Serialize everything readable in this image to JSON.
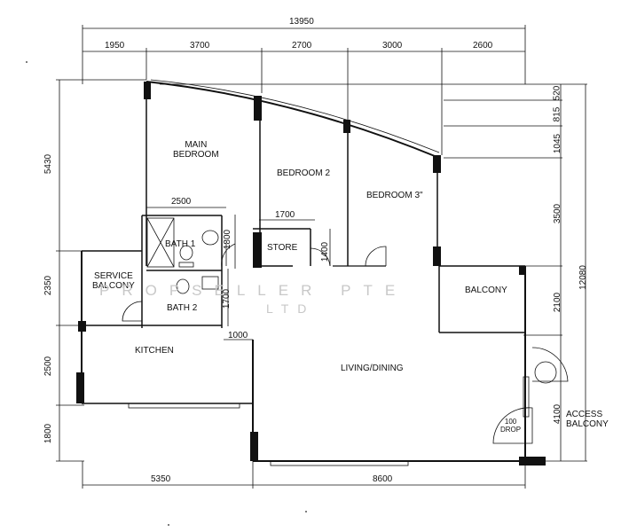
{
  "dimensions": {
    "top_total": "13950",
    "top": [
      "1950",
      "3700",
      "2700",
      "3000",
      "2600"
    ],
    "left": [
      "5430",
      "2350",
      "2500",
      "1800"
    ],
    "right_top": [
      "520",
      "815",
      "1045",
      "3500",
      "2100",
      "4100"
    ],
    "right_total": "12080",
    "bottom": [
      "5350",
      "8600"
    ],
    "inner": {
      "bath_width": "2500",
      "store_width": "1700",
      "kitchen_width": "1000",
      "bath_height_1": "1800",
      "bath_height_2": "1700",
      "store_height": "1400"
    }
  },
  "rooms": {
    "main_bedroom_line1": "MAIN",
    "main_bedroom_line2": "BEDROOM",
    "bedroom2": "BEDROOM 2",
    "bedroom3": "BEDROOM 3\"",
    "bath1": "BATH 1",
    "bath2": "BATH 2",
    "store": "STORE",
    "service_balcony_line1": "SERVICE",
    "service_balcony_line2": "BALCONY",
    "kitchen": "KITCHEN",
    "balcony": "BALCONY",
    "living_dining": "LIVING/DINING",
    "access_balcony_line1": "ACCESS",
    "access_balcony_line2": "BALCONY",
    "drop_line1": "100",
    "drop_line2": "DROP"
  },
  "watermark": {
    "line1": "PROPSELLER PTE",
    "line2": "LTD"
  }
}
